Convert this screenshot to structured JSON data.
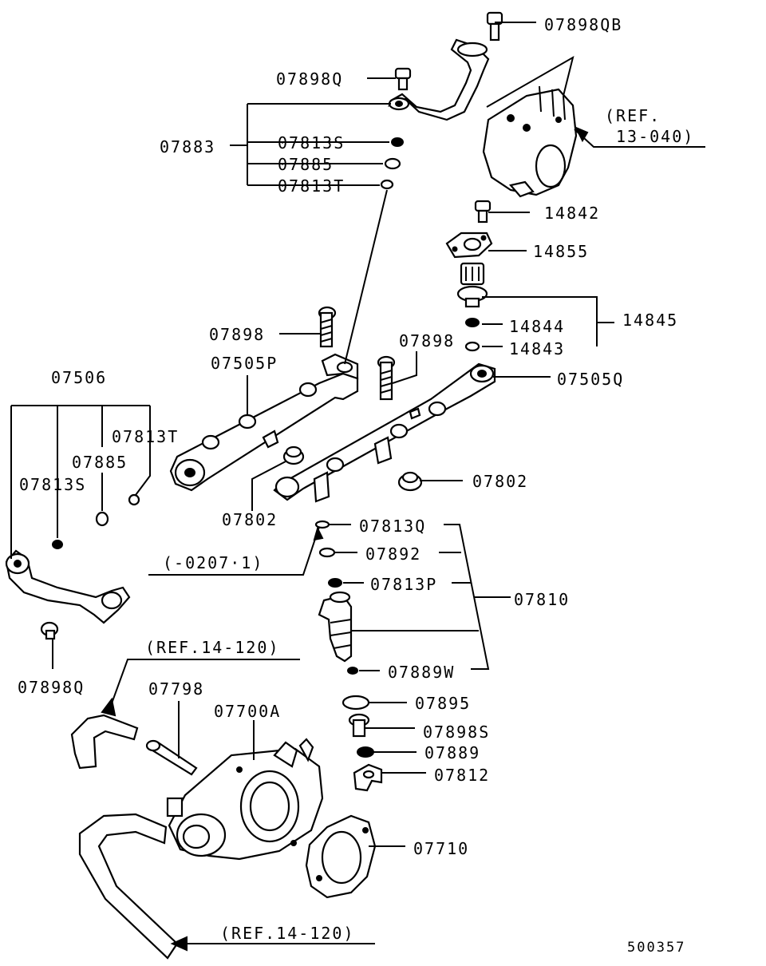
{
  "labels": {
    "p07898QB": "07898QB",
    "p07898Q_top": "07898Q",
    "ref13040_a": "(REF.",
    "ref13040_b": "13-040)",
    "p07883": "07883",
    "p07813S_top": "07813S",
    "p07885_top": "07885",
    "p07813T_top": "07813T",
    "p14842": "14842",
    "p14855": "14855",
    "p14845": "14845",
    "p14844": "14844",
    "p14843": "14843",
    "p07898_left": "07898",
    "p07898_mid": "07898",
    "p07505P": "07505P",
    "p07505Q": "07505Q",
    "p07506": "07506",
    "p07813T_left": "07813T",
    "p07885_left": "07885",
    "p07813S_left": "07813S",
    "p07802_left": "07802",
    "p07802_right": "07802",
    "p07813Q": "07813Q",
    "p07892": "07892",
    "p07813P": "07813P",
    "p07810": "07810",
    "p07889W": "07889W",
    "date_range": "(-0207·1)",
    "ref14120_top": "(REF.14-120)",
    "p07898Q_bottom": "07898Q",
    "p07798": "07798",
    "p07700A": "07700A",
    "p07895": "07895",
    "p07898S": "07898S",
    "p07889": "07889",
    "p07812": "07812",
    "p07710": "07710",
    "ref14120_bottom": "(REF.14-120)",
    "drawing_no": "500357"
  }
}
